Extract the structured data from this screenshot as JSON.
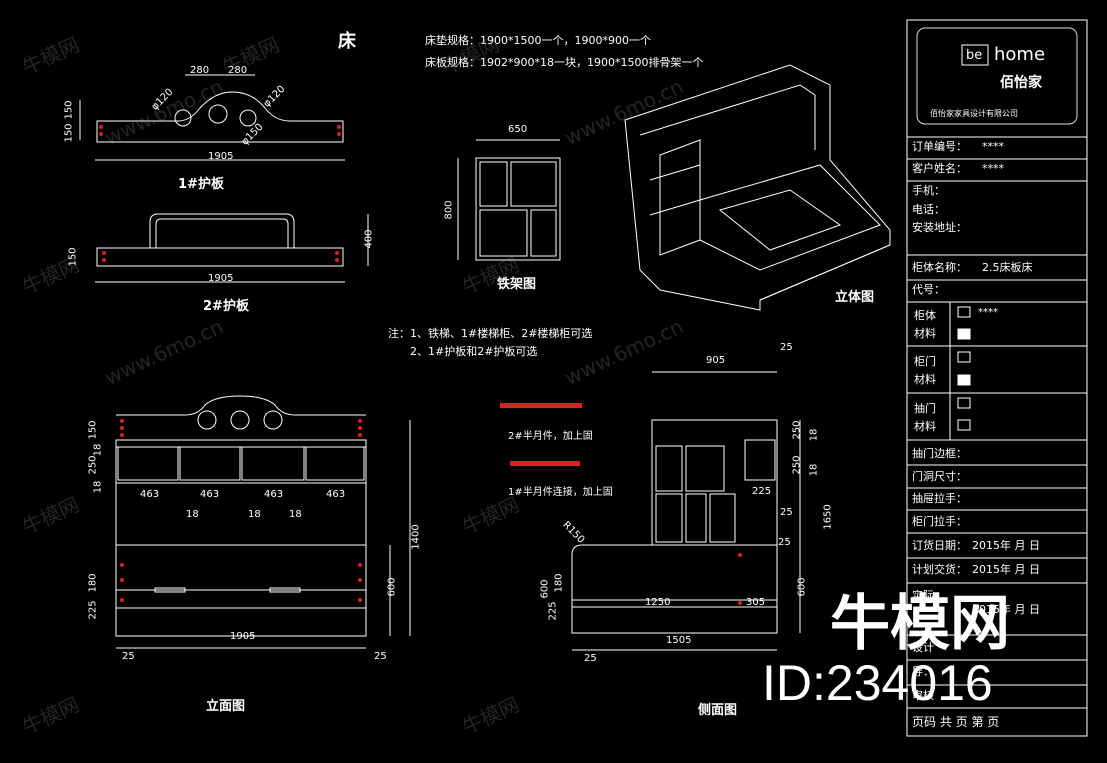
{
  "drawing": {
    "title": "床",
    "spec_line1": "床垫规格：1900*1500一个，1900*900一个",
    "spec_line2": "床板规格：1902*900*18一块，1900*1500排骨架一个",
    "guard1_label": "1#护板",
    "guard2_label": "2#护板",
    "frame_label": "铁架图",
    "iso_label": "立体图",
    "front_label": "立面图",
    "side_label": "侧面图",
    "note1": "注：1、铁梯、1#楼梯柜、2#楼梯柜可选",
    "note2": "2、1#护板和2#护板可选",
    "part1_label": "2#半月件，加上固",
    "part2_label": "1#半月件连接，加上固",
    "dims": {
      "g1_280a": "280",
      "g1_280b": "280",
      "g1_phi1": "φ120",
      "g1_phi2": "φ120",
      "g1_phi3": "φ150",
      "g1_150a": "150",
      "g1_150b": "150",
      "g1_1905": "1905",
      "g2_400": "400",
      "g2_150": "150",
      "g2_1905": "1905",
      "fr_650": "650",
      "fr_800": "800",
      "f_150": "150",
      "f_18a": "18",
      "f_250": "250",
      "f_18b": "18",
      "f_463a": "463",
      "f_463b": "463",
      "f_463c": "463",
      "f_463d": "463",
      "f_18c": "18",
      "f_18d": "18",
      "f_18e": "18",
      "f_180": "180",
      "f_225": "225",
      "f_1400": "1400",
      "f_600": "600",
      "f_1905": "1905",
      "f_25a": "25",
      "f_25b": "25",
      "s_905": "905",
      "s_25a": "25",
      "s_250a": "250",
      "s_18a": "18",
      "s_250b": "250",
      "s_18b": "18",
      "s_225": "225",
      "s_25b": "25",
      "s_1650": "1650",
      "s_r150": "R150",
      "s_600a": "600",
      "s_180": "180",
      "s_225b": "225",
      "s_1250": "1250",
      "s_305": "305",
      "s_25c": "25",
      "s_600b": "600",
      "s_1505": "1505",
      "s_25d": "25"
    }
  },
  "titleblock": {
    "brand_mark": "be",
    "brand_name": "home",
    "brand_cn": "佰怡家",
    "company": "佰怡家家具设计有限公司",
    "rows": [
      {
        "label": "订单编号：",
        "value": "****"
      },
      {
        "label": "客户姓名：",
        "value": "****"
      },
      {
        "label": "手机：",
        "value": ""
      },
      {
        "label": "电话：",
        "value": ""
      },
      {
        "label": "安装地址：",
        "value": ""
      },
      {
        "label": "柜体名称：",
        "value": "2.5床板床"
      },
      {
        "label": "代号：",
        "value": ""
      }
    ],
    "mat_cabinet_a": "柜体",
    "mat_cabinet_b": "材料",
    "mat_cabinet_val": "****",
    "mat_door_a": "柜门",
    "mat_door_b": "材料",
    "mat_drawer_a": "抽门",
    "mat_drawer_b": "材料",
    "door_edge": "抽门边框：",
    "door_size": "门洞尺寸：",
    "drawer_handle": "抽屉拉手：",
    "door_handle": "柜门拉手：",
    "order_date_label": "订货日期：",
    "order_date": "2015年      月      日",
    "plan_date_label": "计划交货：",
    "plan_date": "2015年      月      日",
    "row_actual": "实际",
    "actual_date": "2015年      月      日",
    "design_label": "设计",
    "draw_label": "导：",
    "check_label": "审核",
    "page_line": "页码    共    页  第    页"
  },
  "watermark": {
    "site_cn": "牛模网",
    "site_url": "www.6mo.cn",
    "big_cn": "牛模网",
    "id": "ID:234016"
  }
}
